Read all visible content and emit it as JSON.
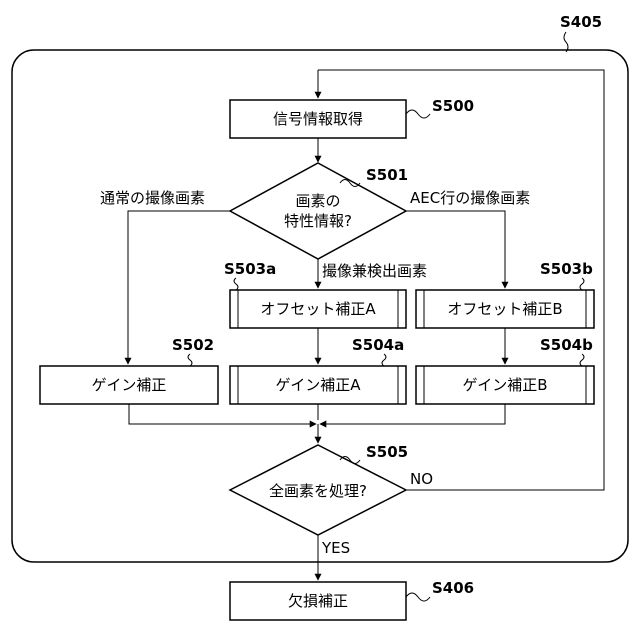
{
  "container_label": "S405",
  "nodes": {
    "s500": {
      "text": "信号情報取得",
      "step": "S500"
    },
    "s501": {
      "text_line1": "画素の",
      "text_line2": "特性情報?",
      "step": "S501"
    },
    "s502": {
      "text": "ゲイン補正",
      "step": "S502"
    },
    "s503a": {
      "text": "オフセット補正A",
      "step": "S503a"
    },
    "s503b": {
      "text": "オフセット補正B",
      "step": "S503b"
    },
    "s504a": {
      "text": "ゲイン補正A",
      "step": "S504a"
    },
    "s504b": {
      "text": "ゲイン補正B",
      "step": "S504b"
    },
    "s505": {
      "text": "全画素を処理?",
      "step": "S505"
    },
    "s406": {
      "text": "欠損補正",
      "step": "S406"
    }
  },
  "branches": {
    "left": "通常の撮像画素",
    "middle": "撮像兼検出画素",
    "right": "AEC行の撮像画素",
    "no": "NO",
    "yes": "YES"
  }
}
